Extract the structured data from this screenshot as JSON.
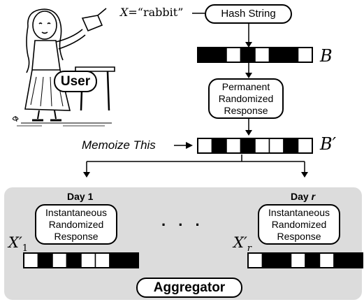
{
  "input": {
    "variable": "X",
    "value": "“rabbit”"
  },
  "nodes": {
    "hash": "Hash String",
    "perm": [
      "Permanent",
      "Randomized",
      "Response"
    ],
    "inst": [
      "Instantaneous",
      "Randomized",
      "Response"
    ],
    "user": "User",
    "aggregator": "Aggregator"
  },
  "vectors": {
    "B_label": "B",
    "B_prime_label": "B′",
    "x1_label": "X′",
    "x1_sub": "1",
    "xr_label": "X′",
    "xr_sub": "r",
    "B_bits": [
      1,
      1,
      0,
      1,
      0,
      1,
      1,
      0
    ],
    "B_prime_bits": [
      0,
      1,
      0,
      1,
      0,
      0,
      1,
      0
    ],
    "x1_bits": [
      0,
      1,
      0,
      1,
      0,
      0,
      1,
      1
    ],
    "xr_bits": [
      0,
      1,
      1,
      0,
      1,
      0,
      1,
      1
    ]
  },
  "memoize_label": "Memoize This",
  "days": {
    "day1_prefix": "Day ",
    "day1_value": "1",
    "dayr_prefix": "Day ",
    "dayr_value": "r"
  },
  "ellipsis": ". . .",
  "colors": {
    "panel": "#dcdcdc",
    "ink": "#000000",
    "filled_bit": "#000000",
    "empty_bit": "#ffffff"
  }
}
